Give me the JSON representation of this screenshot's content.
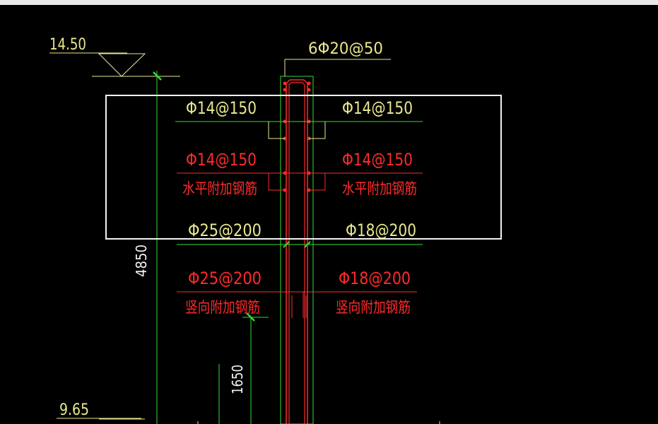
{
  "colors": {
    "background": "#000000",
    "green": "#33dd33",
    "yellow": "#e8e890",
    "red": "#ff2a2a",
    "white": "#f2f2f2"
  },
  "levels": {
    "top_elevation": "14.50",
    "bottom_elevation": "9.65"
  },
  "dimensions": {
    "total_height": "4850",
    "lower_height": "1650"
  },
  "column": {
    "stirrup_label": "6Φ20@50"
  },
  "labels": {
    "top_left": "Φ14@150",
    "top_right": "Φ14@150",
    "mid_left": "Φ14@150",
    "mid_right": "Φ14@150",
    "horizontal_left": "水平附加钢筋",
    "horizontal_right": "水平附加钢筋",
    "bottom_left_white": "Φ25@200",
    "bottom_right_white": "Φ18@200",
    "vertical_left": "Φ25@200",
    "vertical_right": "Φ18@200",
    "vertical_left_text": "竖向附加钢筋",
    "vertical_right_text": "竖向附加钢筋"
  }
}
